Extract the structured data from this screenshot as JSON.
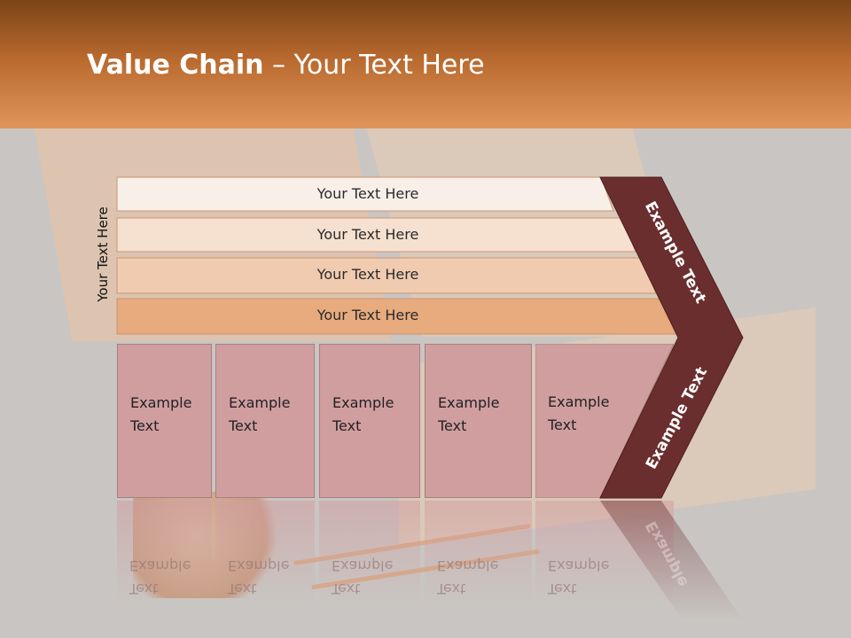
{
  "title": {
    "bold": "Value Chain",
    "rest": " – Your Text Here"
  },
  "side_label": "Your Text Here",
  "bars": [
    {
      "label": "Your Text Here",
      "fill": "#f9efe9"
    },
    {
      "label": "Your Text Here",
      "fill": "#f6e0cf"
    },
    {
      "label": "Your Text Here",
      "fill": "#f0cbb0"
    },
    {
      "label": "Your Text Here",
      "fill": "#e7ab7e"
    }
  ],
  "columns": [
    {
      "line1": "Example",
      "line2": "Text"
    },
    {
      "line1": "Example",
      "line2": "Text"
    },
    {
      "line1": "Example",
      "line2": "Text"
    },
    {
      "line1": "Example",
      "line2": "Text"
    },
    {
      "line1": "Example",
      "line2": "Text"
    }
  ],
  "chevron": {
    "upper_text": "Example Text",
    "lower_text": "Example Text",
    "reflection_text": "Example",
    "color": "#6b2e2e"
  },
  "colors": {
    "header_start": "#7a4517",
    "header_end": "#e0955a",
    "column": "#d19ea0"
  }
}
